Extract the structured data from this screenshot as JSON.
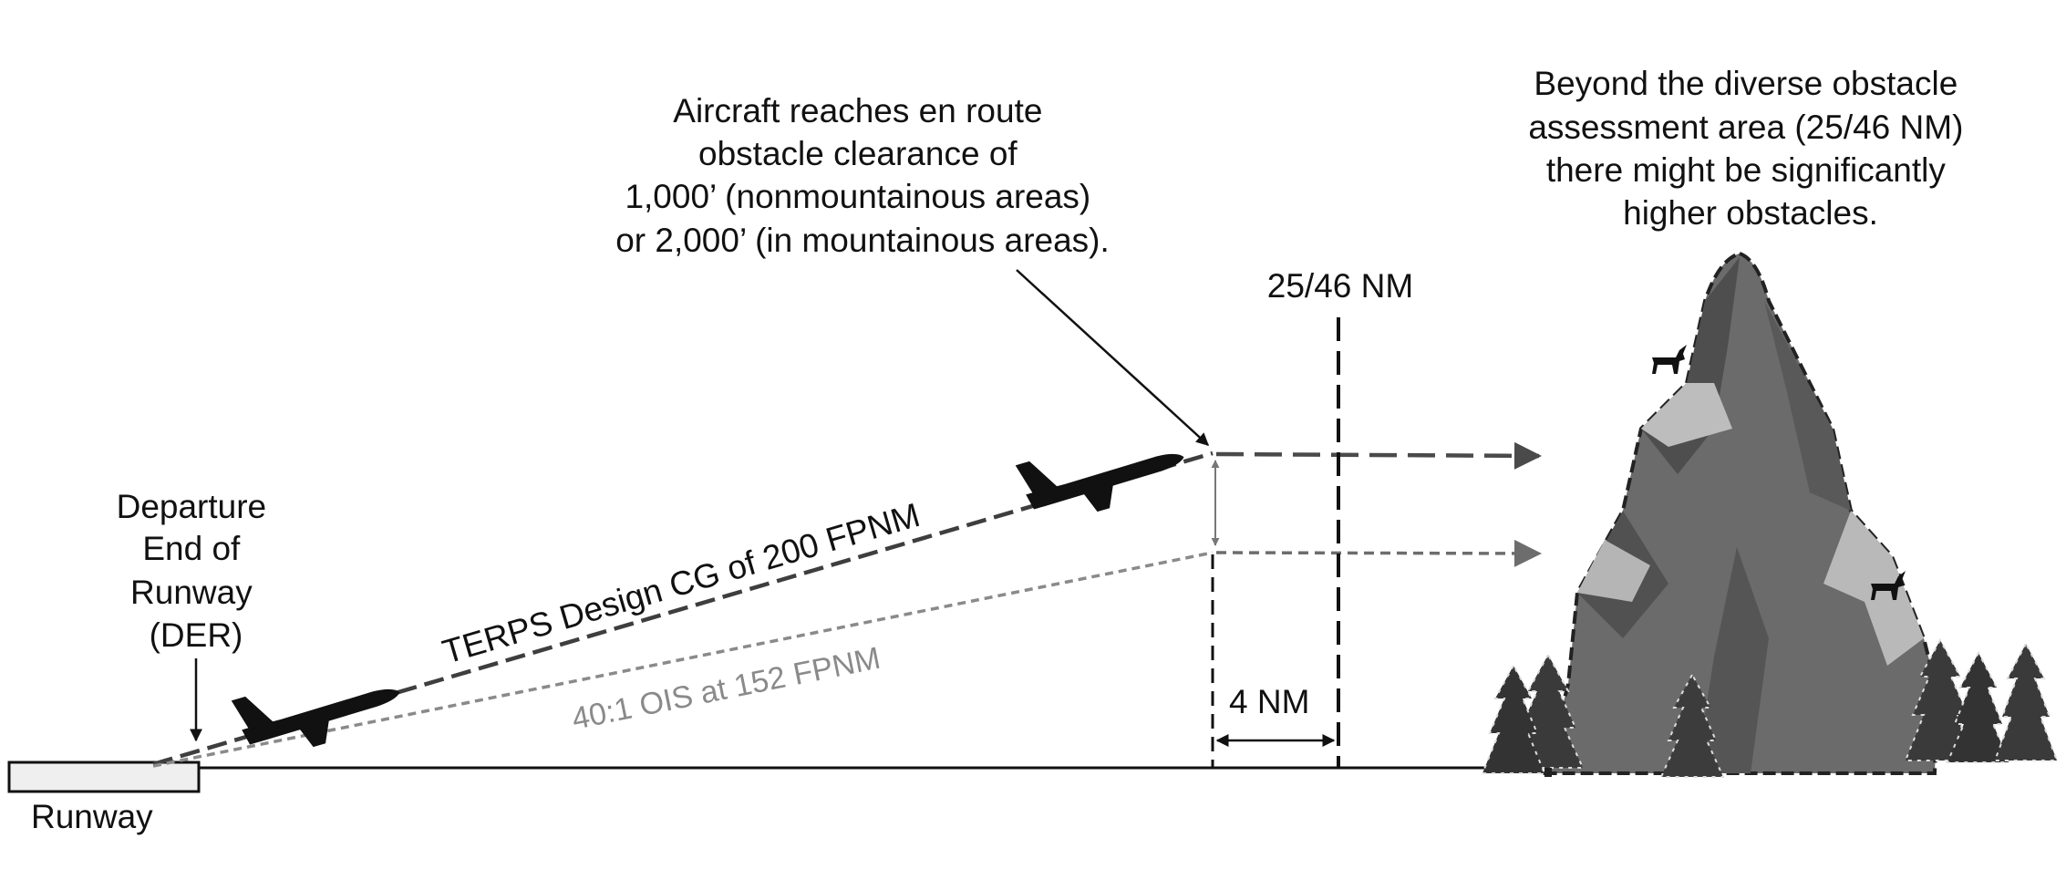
{
  "labels": {
    "der": [
      "Departure",
      "End of",
      "Runway",
      "(DER)"
    ],
    "runway": "Runway",
    "aircraft_note": [
      "Aircraft reaches en route",
      "obstacle clearance of",
      "1,000’ (nonmountainous areas)",
      "or 2,000’ (in mountainous areas)."
    ],
    "boundary": "25/46 NM",
    "beyond_note": [
      "Beyond the diverse obstacle",
      "assessment area (25/46 NM)",
      "there might be significantly",
      "higher obstacles."
    ],
    "terps_line": "TERPS Design CG of 200 FPNM",
    "ois_line": "40:1 OIS at 152 FPNM",
    "distance": "4 NM"
  },
  "icons": [
    "airplane-icon",
    "mountain-icon",
    "pine-tree-icon",
    "goat-icon"
  ],
  "colors": {
    "ink": "#111111",
    "ois_gray": "#8a8a8a",
    "mountain": "#6b6b6b",
    "mountain_dark": "#4a4a4a",
    "mountain_light": "#b5b5b5",
    "tree": "#3a3a3a"
  }
}
